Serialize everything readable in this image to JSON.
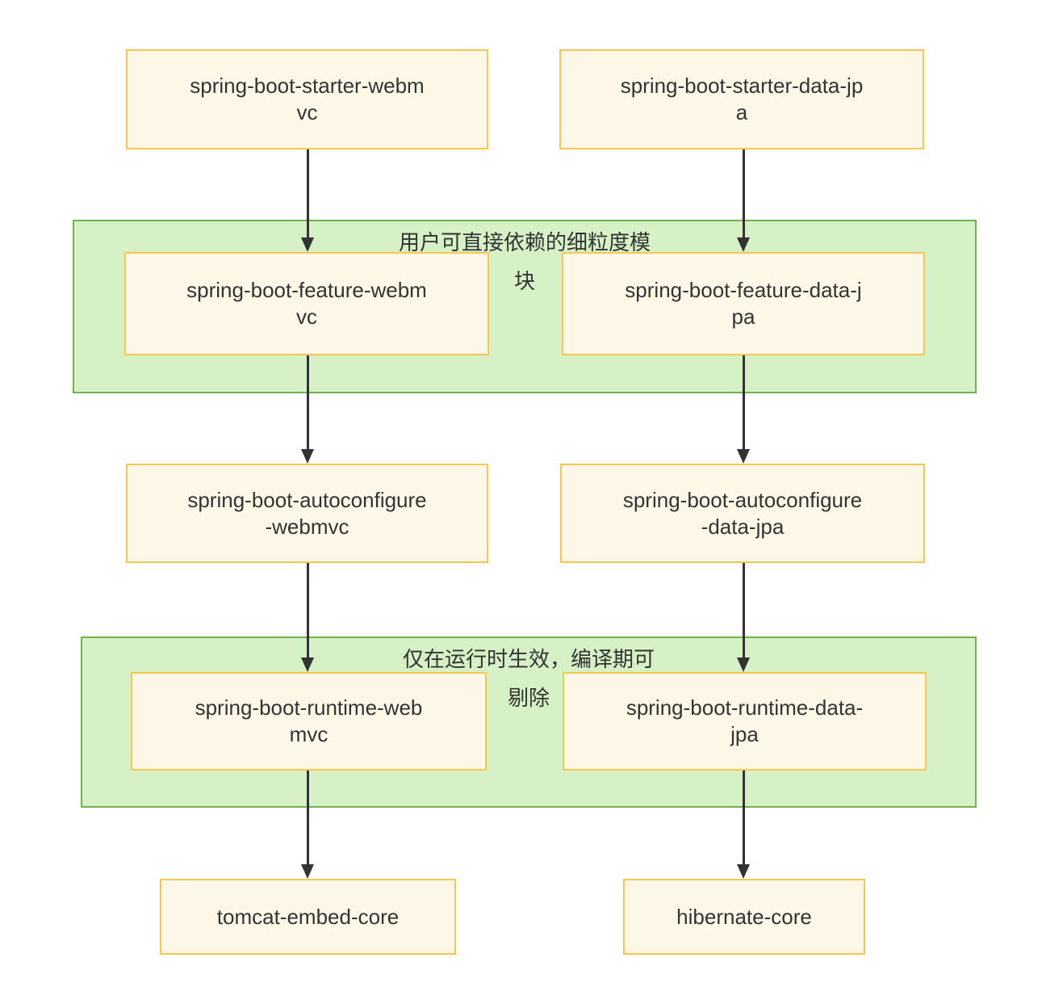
{
  "diagram": {
    "type": "flowchart",
    "colors": {
      "node_fill": "#fdf7e7",
      "node_border": "#f8c64d",
      "cluster_fill": "#d6f1c6",
      "cluster_border": "#70b24c",
      "arrow": "#333333",
      "text": "#333333",
      "background": "#ffffff"
    },
    "clusters": [
      {
        "id": "direct-dependency-modules",
        "label": "用户可直接依赖的细粒度模\n块"
      },
      {
        "id": "runtime-only-modules",
        "label": "仅在运行时生效，编译期可\n剔除"
      }
    ],
    "nodes": [
      {
        "id": "spring-boot-starter-webmvc",
        "label": "spring-boot-starter-webm\nvc"
      },
      {
        "id": "spring-boot-starter-data-jpa",
        "label": "spring-boot-starter-data-jp\na"
      },
      {
        "id": "spring-boot-feature-webmvc",
        "label": "spring-boot-feature-webm\nvc"
      },
      {
        "id": "spring-boot-feature-data-jpa",
        "label": "spring-boot-feature-data-j\npa"
      },
      {
        "id": "spring-boot-autoconfigure-webmvc",
        "label": "spring-boot-autoconfigure\n-webmvc"
      },
      {
        "id": "spring-boot-autoconfigure-data-jpa",
        "label": "spring-boot-autoconfigure\n-data-jpa"
      },
      {
        "id": "spring-boot-runtime-webmvc",
        "label": "spring-boot-runtime-web\nmvc"
      },
      {
        "id": "spring-boot-runtime-data-jpa",
        "label": "spring-boot-runtime-data-\njpa"
      },
      {
        "id": "tomcat-embed-core",
        "label": "tomcat-embed-core"
      },
      {
        "id": "hibernate-core",
        "label": "hibernate-core"
      }
    ],
    "edges": [
      {
        "from": "spring-boot-starter-webmvc",
        "to": "spring-boot-feature-webmvc"
      },
      {
        "from": "spring-boot-starter-data-jpa",
        "to": "spring-boot-feature-data-jpa"
      },
      {
        "from": "spring-boot-feature-webmvc",
        "to": "spring-boot-autoconfigure-webmvc"
      },
      {
        "from": "spring-boot-feature-data-jpa",
        "to": "spring-boot-autoconfigure-data-jpa"
      },
      {
        "from": "spring-boot-autoconfigure-webmvc",
        "to": "spring-boot-runtime-webmvc"
      },
      {
        "from": "spring-boot-autoconfigure-data-jpa",
        "to": "spring-boot-runtime-data-jpa"
      },
      {
        "from": "spring-boot-runtime-webmvc",
        "to": "tomcat-embed-core"
      },
      {
        "from": "spring-boot-runtime-data-jpa",
        "to": "hibernate-core"
      }
    ]
  }
}
